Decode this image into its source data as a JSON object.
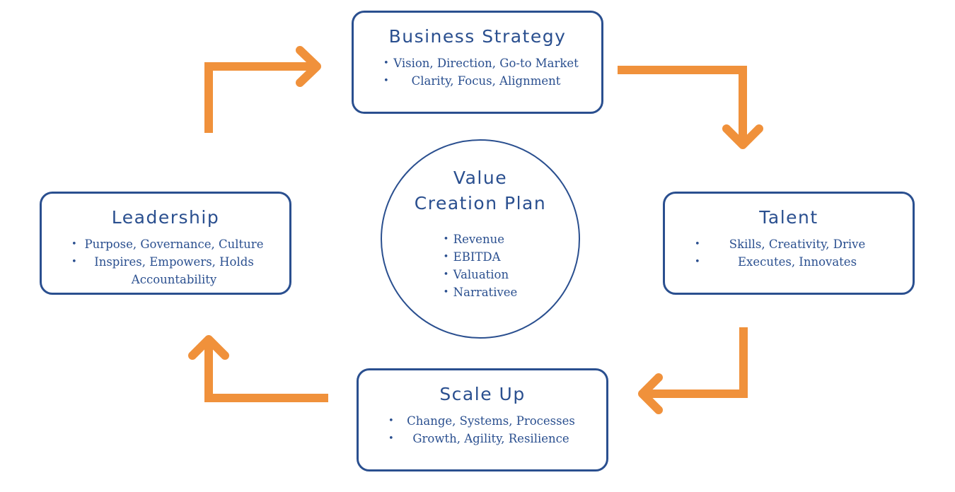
{
  "center": {
    "title_line1": "Value",
    "title_line2": "Creation Plan",
    "items": [
      "Revenue",
      "EBITDA",
      "Valuation",
      "Narrativee"
    ]
  },
  "boxes": {
    "business_strategy": {
      "title": "Business Strategy",
      "items": [
        "Vision, Direction, Go-to Market",
        "Clarity, Focus, Alignment"
      ]
    },
    "talent": {
      "title": "Talent",
      "items": [
        "Skills, Creativity, Drive",
        "Executes, Innovates"
      ]
    },
    "scale_up": {
      "title": "Scale Up",
      "items": [
        "Change, Systems, Processes",
        "Growth, Agility, Resilience"
      ]
    },
    "leadership": {
      "title": "Leadership",
      "items": [
        "Purpose, Governance, Culture",
        "Inspires, Empowers, Holds Accountability"
      ]
    }
  },
  "colors": {
    "primary_blue": "#2a4f8f",
    "arrow_orange": "#f0913b"
  },
  "bullet_glyph": "•"
}
